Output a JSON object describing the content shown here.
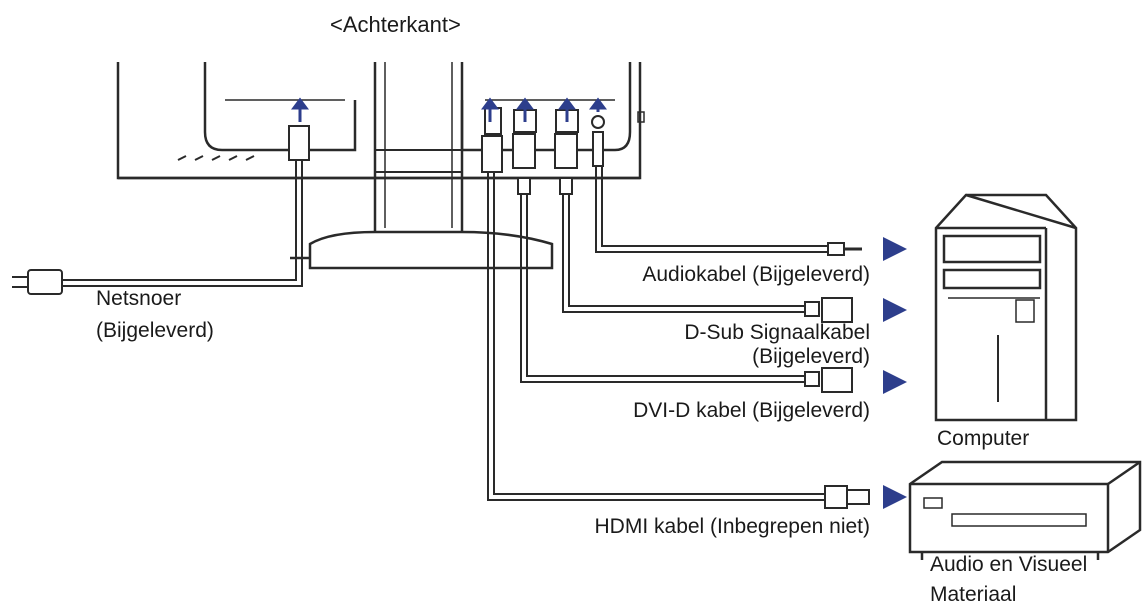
{
  "title": "<Achterkant>",
  "labels": {
    "power_cord_line1": "Netsnoer",
    "power_cord_line2": "(Bijgeleverd)",
    "audio_cable": "Audiokabel (Bijgeleverd)",
    "dsub_line1": "D-Sub Signaalkabel",
    "dsub_line2": "(Bijgeleverd)",
    "dvi_cable": "DVI-D kabel (Bijgeleverd)",
    "hdmi_cable": "HDMI kabel (Inbegrepen niet)",
    "computer": "Computer",
    "av_line1": "Audio en Visueel",
    "av_line2": "Materiaal"
  },
  "colors": {
    "line": "#2a2a2a",
    "arrow": "#2d3e8c"
  }
}
